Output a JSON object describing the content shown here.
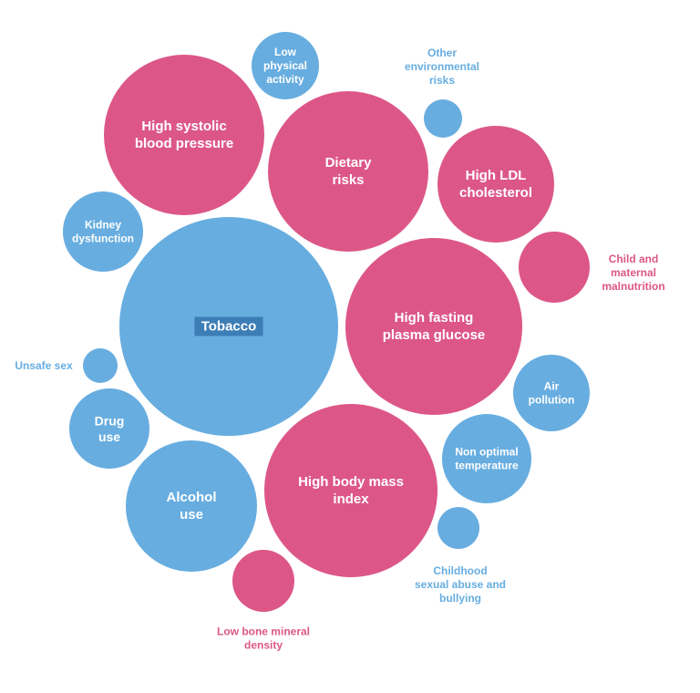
{
  "colors": {
    "pink": "#DC5787",
    "blue": "#67ADE0",
    "highlight": "#2F6DA8"
  },
  "chart_data": {
    "type": "bubble",
    "title": "",
    "bubbles": [
      {
        "label": "Tobacco",
        "color": "blue",
        "r": 120,
        "highlighted": true
      },
      {
        "label": "High systolic blood pressure",
        "color": "pink",
        "r": 88
      },
      {
        "label": "Dietary risks",
        "color": "pink",
        "r": 88
      },
      {
        "label": "High fasting plasma glucose",
        "color": "pink",
        "r": 97
      },
      {
        "label": "High body mass index",
        "color": "pink",
        "r": 95
      },
      {
        "label": "Alcohol use",
        "color": "blue",
        "r": 72
      },
      {
        "label": "High LDL cholesterol",
        "color": "pink",
        "r": 64
      },
      {
        "label": "Kidney dysfunction",
        "color": "blue",
        "r": 44
      },
      {
        "label": "Non optimal temperature",
        "color": "blue",
        "r": 49
      },
      {
        "label": "Drug use",
        "color": "blue",
        "r": 44
      },
      {
        "label": "Air pollution",
        "color": "blue",
        "r": 42
      },
      {
        "label": "Low physical activity",
        "color": "blue",
        "r": 37
      },
      {
        "label": "Child and maternal malnutrition",
        "color": "pink",
        "r": 39
      },
      {
        "label": "Low bone mineral density",
        "color": "pink",
        "r": 34
      },
      {
        "label": "Childhood sexual abuse and bullying",
        "color": "blue",
        "r": 23
      },
      {
        "label": "Other environmental risks",
        "color": "blue",
        "r": 21
      },
      {
        "label": "Unsafe sex",
        "color": "blue",
        "r": 19
      }
    ]
  }
}
